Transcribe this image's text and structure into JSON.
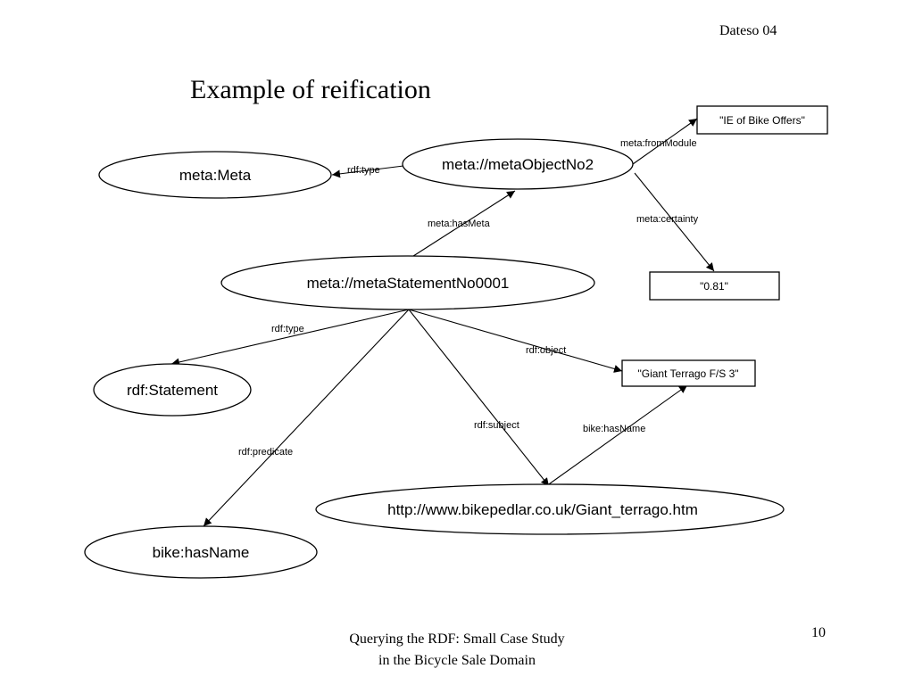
{
  "header": {
    "right_text": "Dateso 04"
  },
  "slide": {
    "title": "Example of reification",
    "page_number": "10"
  },
  "footer": {
    "line1": "Querying the RDF: Small Case Study",
    "line2": "in the Bicycle Sale Domain"
  },
  "diagram": {
    "nodes": {
      "meta_meta": "meta:Meta",
      "meta_object": "meta://metaObjectNo2",
      "ie_offers": "\"IE of Bike Offers\"",
      "certainty_value": "\"0.81\"",
      "meta_statement": "meta://metaStatementNo0001",
      "rdf_statement": "rdf:Statement",
      "giant_terrago": "\"Giant Terrago F/S 3\"",
      "bike_url": "http://www.bikepedlar.co.uk/Giant_terrago.htm",
      "bike_hasname": "bike:hasName"
    },
    "edges": {
      "rdf_type_1": "rdf:type",
      "from_module": "meta:fromModule",
      "certainty": "meta:certainty",
      "has_meta": "meta:hasMeta",
      "rdf_type_2": "rdf:type",
      "rdf_object": "rdf:object",
      "rdf_subject": "rdf:subject",
      "bike_hasname": "bike:hasName",
      "rdf_predicate": "rdf:predicate"
    }
  }
}
